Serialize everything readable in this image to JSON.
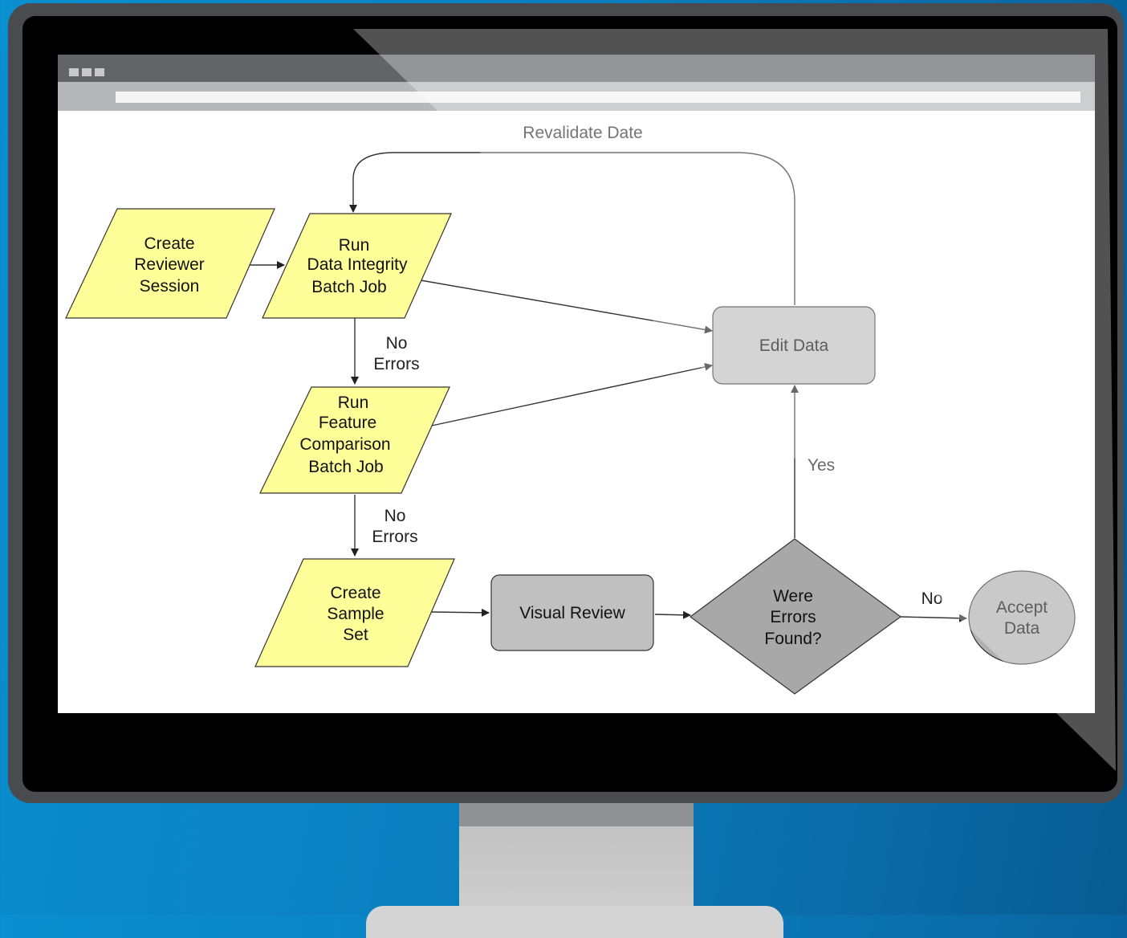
{
  "diagram": {
    "loop_label": "Revalidate Date",
    "nodes": {
      "create_reviewer_session": [
        "Create",
        "Reviewer",
        "Session"
      ],
      "run_data_integrity": [
        "Run",
        "Data Integrity",
        "Batch Job"
      ],
      "run_feature_comparison": [
        "Run",
        "Feature",
        "Comparison",
        "Batch Job"
      ],
      "create_sample_set": [
        "Create",
        "Sample",
        "Set"
      ],
      "visual_review": "Visual Review",
      "were_errors_found": [
        "Were",
        "Errors",
        "Found?"
      ],
      "edit_data": "Edit Data",
      "accept_data": [
        "Accept",
        "Data"
      ]
    },
    "edge_labels": {
      "no_errors_1": [
        "No",
        "Errors"
      ],
      "no_errors_2": [
        "No",
        "Errors"
      ],
      "yes": "Yes",
      "no": "No"
    }
  },
  "colors": {
    "process_fill": "#ffff99",
    "review_fill": "#c0c0c0",
    "frame": "#4a4b4e",
    "background": "#0b7fc0"
  }
}
